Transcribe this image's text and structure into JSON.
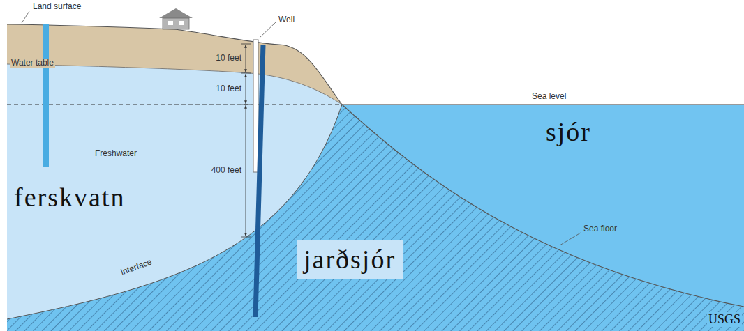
{
  "diagram": {
    "labels": [
      "Land surface",
      "Well",
      "Water table",
      "10 feet",
      "10 feet",
      "400 feet",
      "Freshwater",
      "Sea level",
      "Interface",
      "Sea floor",
      "ferskvatn",
      "sjór",
      "jarðsjór",
      "USGS"
    ]
  }
}
